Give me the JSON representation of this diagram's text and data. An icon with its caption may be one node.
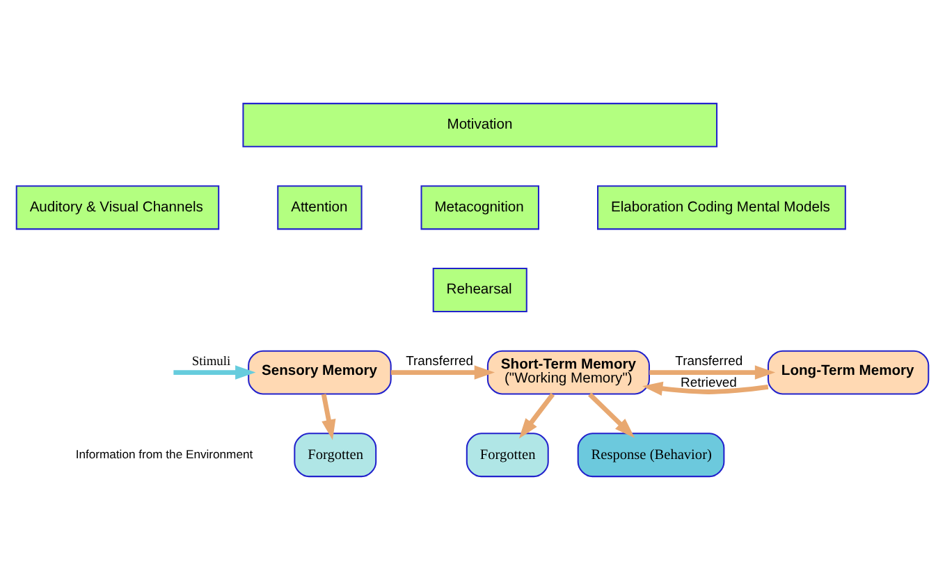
{
  "diagram": {
    "nodes": [
      {
        "text": [
          "Motivation"
        ]
      },
      {
        "text": [
          "Auditory & Visual Channels"
        ]
      },
      {
        "text": [
          "Attention"
        ]
      },
      {
        "text": [
          "Metacognition"
        ]
      },
      {
        "text": [
          "Rehearsal"
        ]
      },
      {
        "text": [
          "Elaboration Coding Mental Models"
        ]
      },
      {
        "text": [
          "Sensory Memory"
        ]
      },
      {
        "text": [
          "Short-Term Memory",
          "(\"Working Memory\")"
        ]
      },
      {
        "text": [
          "Long-Term Memory"
        ]
      },
      {
        "text": [
          "Forgotten"
        ]
      },
      {
        "text": [
          "Forgotten"
        ]
      },
      {
        "text": [
          "Response (Behavior)"
        ]
      }
    ],
    "edges": [
      {
        "from": null,
        "to": 6,
        "arrow": "to",
        "label": "Stimuli",
        "color": "#66ccdd"
      },
      {
        "from": 6,
        "to": 7,
        "arrow": "to",
        "label": "Transferred"
      },
      {
        "from": 7,
        "to": 8,
        "arrow": "to",
        "label": "Transferred"
      },
      {
        "from": 8,
        "to": 7,
        "arrow": "to",
        "label": "Retrieved"
      },
      {
        "from": 6,
        "to": 9,
        "arrow": "to"
      },
      {
        "from": 7,
        "to": 10,
        "arrow": "to"
      },
      {
        "from": 7,
        "to": 11,
        "arrow": "to"
      }
    ],
    "labels": [
      "Information from the Environment"
    ]
  }
}
